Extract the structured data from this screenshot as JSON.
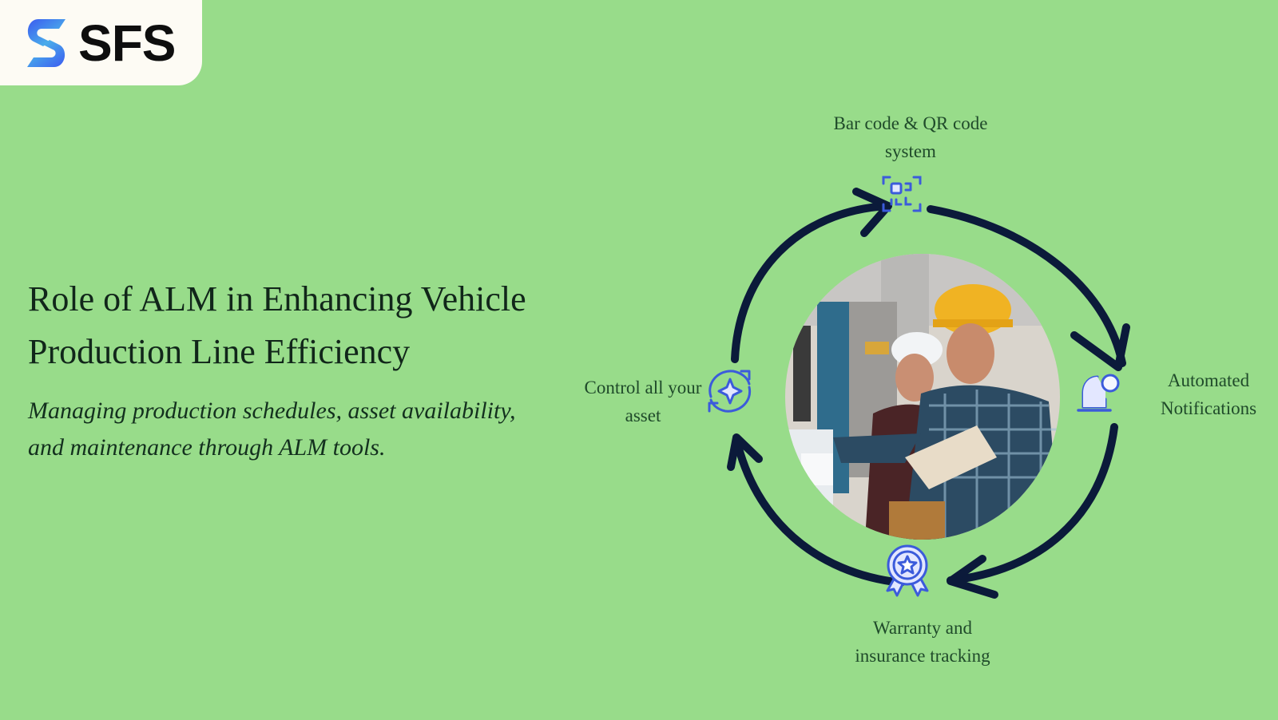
{
  "brand": {
    "logo_text": "SFS",
    "logo_icon": "sfs-s-mark-icon",
    "badge_color": "#FDFBF4"
  },
  "hero": {
    "headline_line1": "Role of ALM in Enhancing Vehicle",
    "headline_line2": "Production Line Efficiency",
    "subtext": "Managing production schedules, asset availability, and maintenance through ALM tools."
  },
  "cycle": {
    "center_image": "industrial-workers-with-hard-hats-photo",
    "steps": [
      {
        "label_line1": "Bar code & QR code",
        "label_line2": "system",
        "icon": "qr-scan-icon",
        "position": "top"
      },
      {
        "label_line1": "Automated",
        "label_line2": "Notifications",
        "icon": "bell-notification-icon",
        "position": "right"
      },
      {
        "label_line1": "Warranty and",
        "label_line2": "insurance tracking",
        "icon": "award-badge-icon",
        "position": "bottom"
      },
      {
        "label_line1": "Control all your",
        "label_line2": "asset",
        "icon": "sync-sparkle-icon",
        "position": "left"
      }
    ]
  },
  "colors": {
    "background": "#98DC8A",
    "arrow": "#0B1A3A",
    "icon_stroke": "#3B5BDB",
    "icon_fill": "#E3E7FF",
    "heading_text": "#11261A",
    "label_text": "#1F4A2A"
  }
}
